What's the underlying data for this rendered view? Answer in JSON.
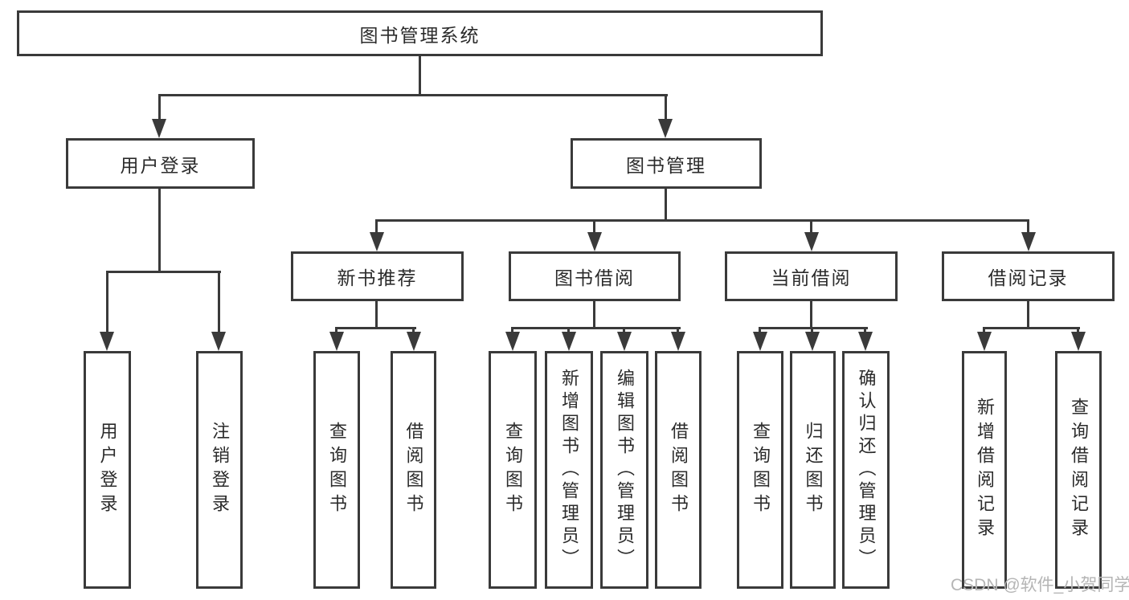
{
  "nodes": {
    "root": {
      "label": "图书管理系统"
    },
    "user_login": {
      "label": "用户登录"
    },
    "book_mgmt": {
      "label": "图书管理"
    },
    "new_book": {
      "label": "新书推荐"
    },
    "book_borrow": {
      "label": "图书借阅"
    },
    "current_borrow": {
      "label": "当前借阅"
    },
    "borrow_record": {
      "label": "借阅记录"
    }
  },
  "leaves": {
    "user_login": {
      "label": "用户登录"
    },
    "logout": {
      "label": "注销登录"
    },
    "new_book_query": {
      "label": "查询图书"
    },
    "new_book_borrow": {
      "label": "借阅图书"
    },
    "borrow_query": {
      "label": "查询图书"
    },
    "borrow_add": {
      "label": "新增图书（管理员）"
    },
    "borrow_edit": {
      "label": "编辑图书（管理员）"
    },
    "borrow_lend": {
      "label": "借阅图书"
    },
    "current_query": {
      "label": "查询图书"
    },
    "current_return": {
      "label": "归还图书"
    },
    "current_confirm": {
      "label": "确认归还（管理员）"
    },
    "record_add": {
      "label": "新增借阅记录"
    },
    "record_query": {
      "label": "查询借阅记录"
    }
  },
  "hierarchy": {
    "图书管理系统": [
      "用户登录",
      "图书管理"
    ],
    "用户登录": [
      "用户登录",
      "注销登录"
    ],
    "图书管理": [
      "新书推荐",
      "图书借阅",
      "当前借阅",
      "借阅记录"
    ],
    "新书推荐": [
      "查询图书",
      "借阅图书"
    ],
    "图书借阅": [
      "查询图书",
      "新增图书（管理员）",
      "编辑图书（管理员）",
      "借阅图书"
    ],
    "当前借阅": [
      "查询图书",
      "归还图书",
      "确认归还（管理员）"
    ],
    "借阅记录": [
      "新增借阅记录",
      "查询借阅记录"
    ]
  },
  "watermark": "CSDN @软件_小贺同学",
  "colors": {
    "line": "#3a3a3a",
    "text": "#2b2b2b",
    "box_background": "#ffffff",
    "watermark": "#b5b5b5"
  }
}
